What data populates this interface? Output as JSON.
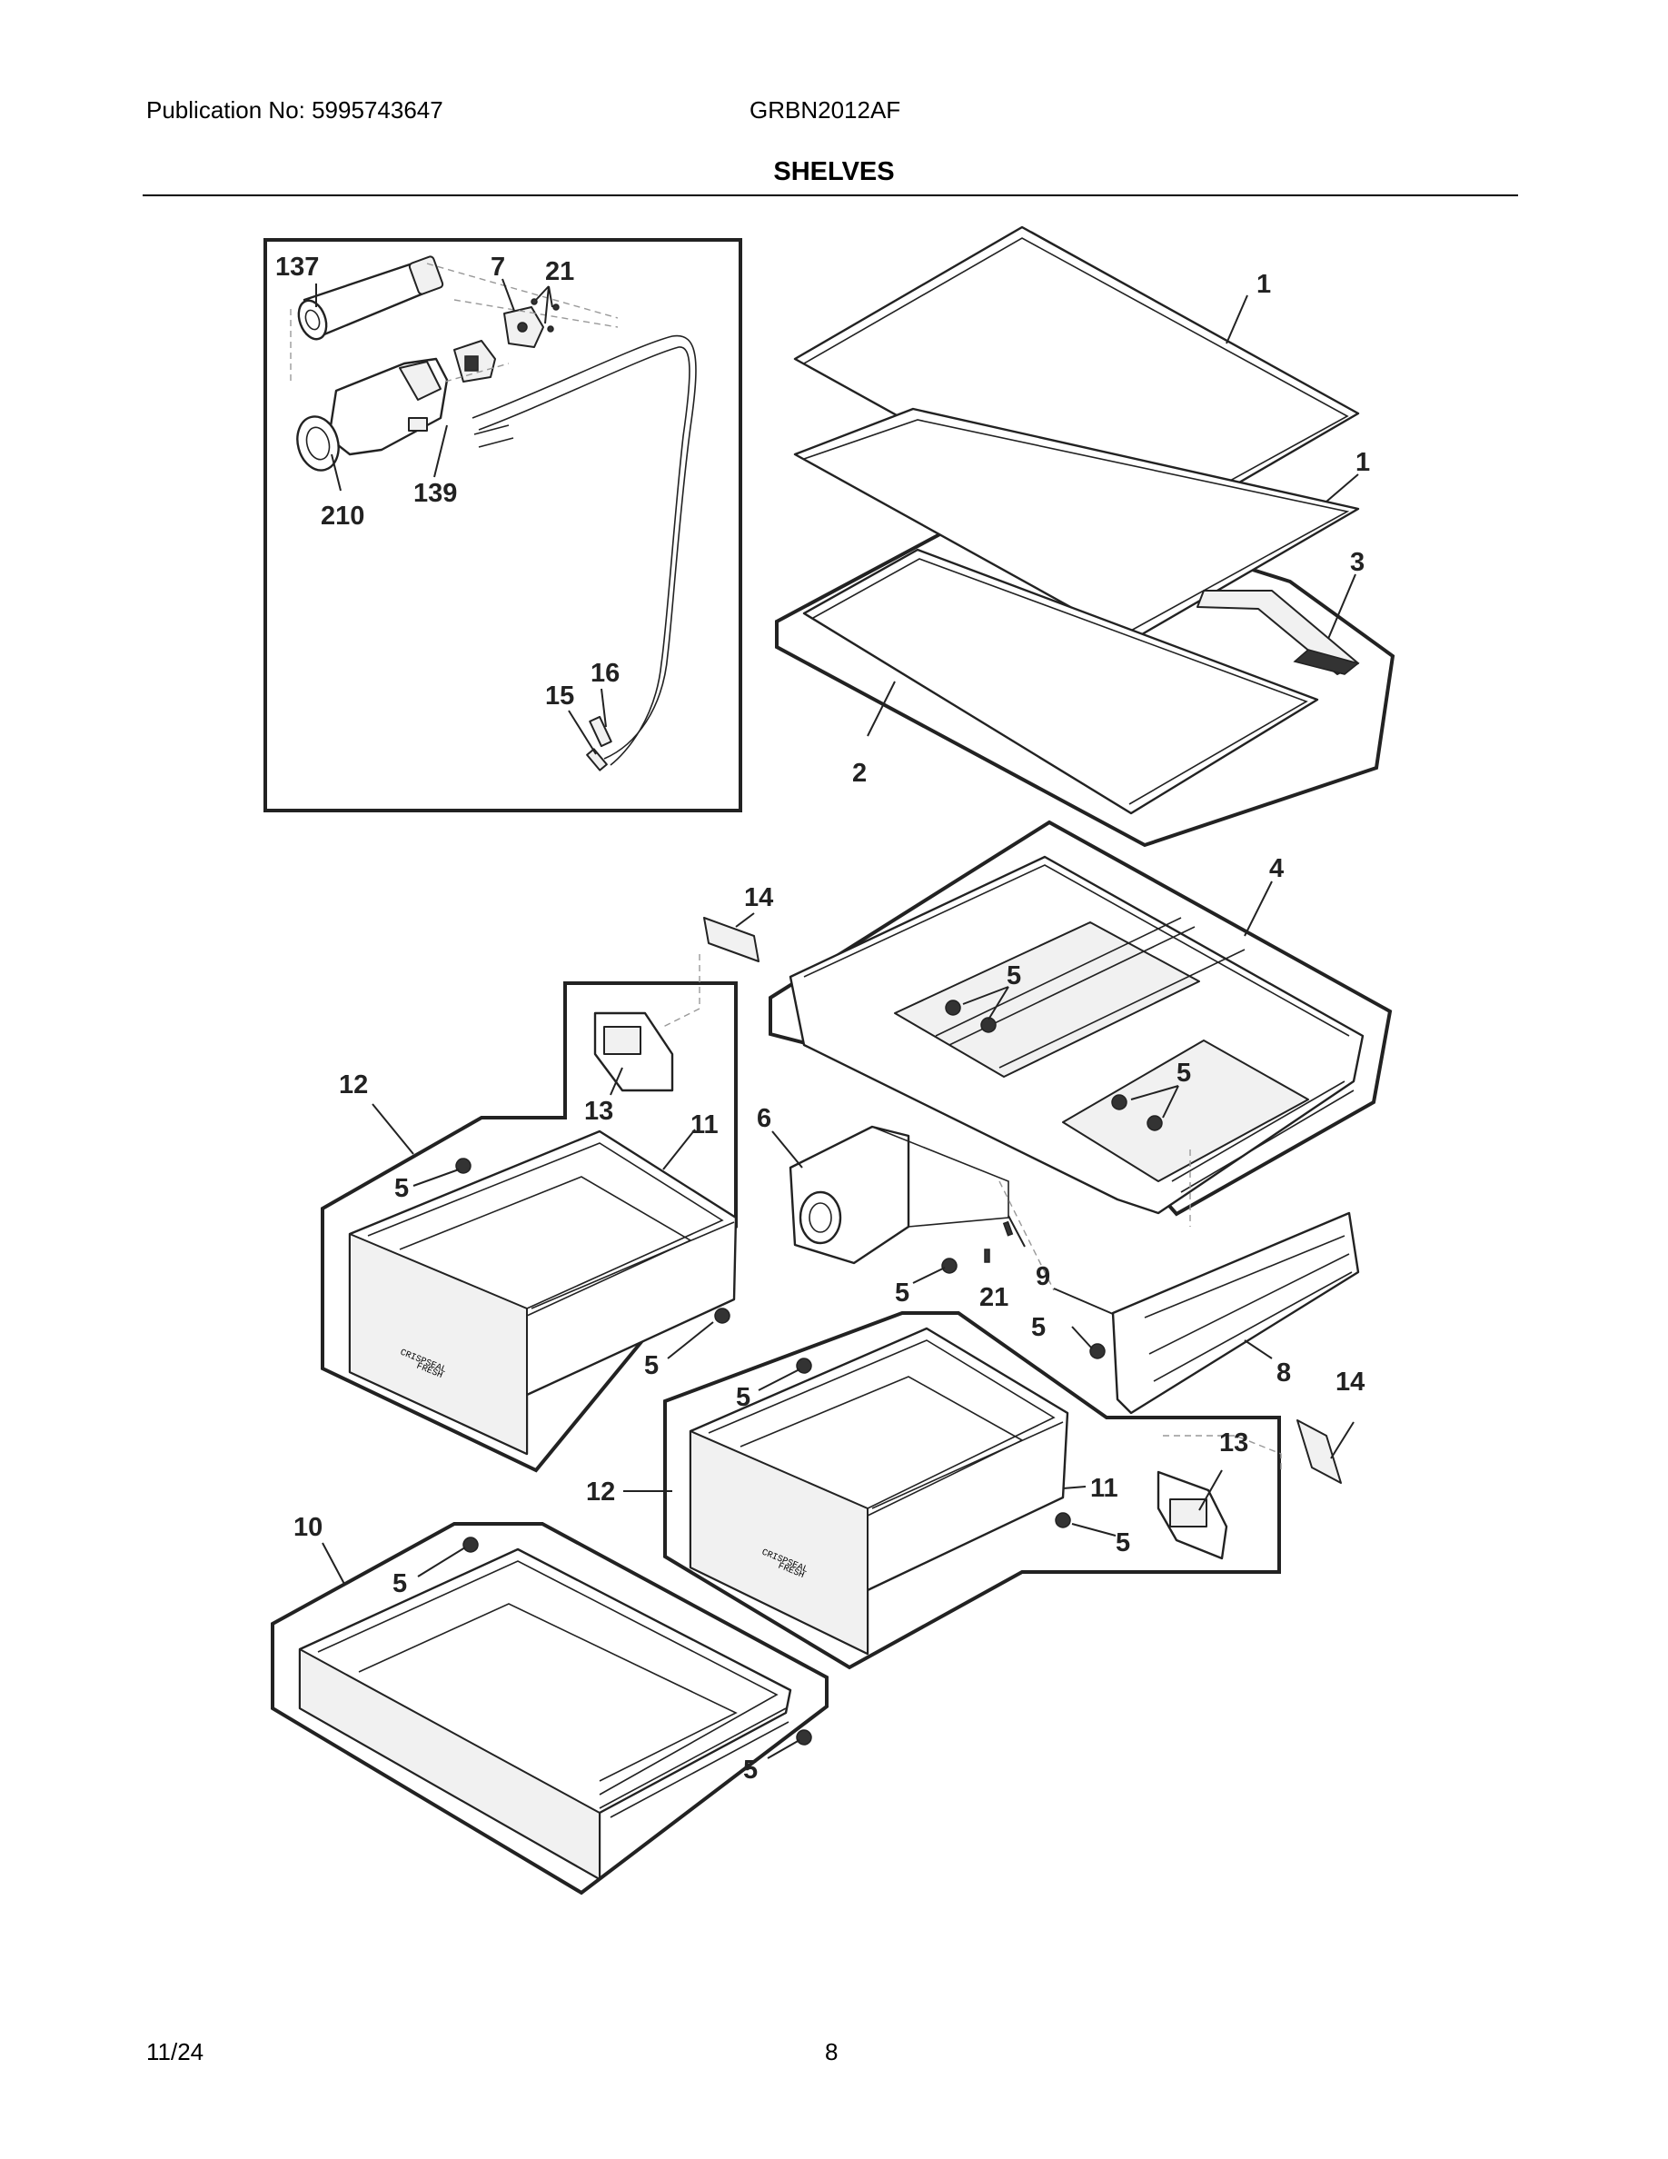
{
  "header": {
    "publication": "Publication No: 5995743647",
    "model": "GRBN2012AF",
    "title": "SHELVES"
  },
  "footer": {
    "date": "11/24",
    "page": "8"
  },
  "callouts": {
    "c137": "137",
    "c7": "7",
    "c21a": "21",
    "c139": "139",
    "c210": "210",
    "c16": "16",
    "c15": "15",
    "c1a": "1",
    "c1b": "1",
    "c3": "3",
    "c2": "2",
    "c4": "4",
    "c14a": "14",
    "c5a": "5",
    "c5b": "5",
    "c6": "6",
    "c12a": "12",
    "c13a": "13",
    "c11a": "11",
    "c5c": "5",
    "c5d": "5",
    "c5e": "5",
    "c21b": "21",
    "c9": "9",
    "c5f": "5",
    "c8": "8",
    "c14b": "14",
    "c5g": "5",
    "c13b": "13",
    "c12b": "12",
    "c11b": "11",
    "c5h": "5",
    "c10": "10",
    "c5i": "5",
    "c5j": "5"
  },
  "drawer_text": {
    "line1": "CRISPSEAL",
    "line2": "FRESH"
  }
}
